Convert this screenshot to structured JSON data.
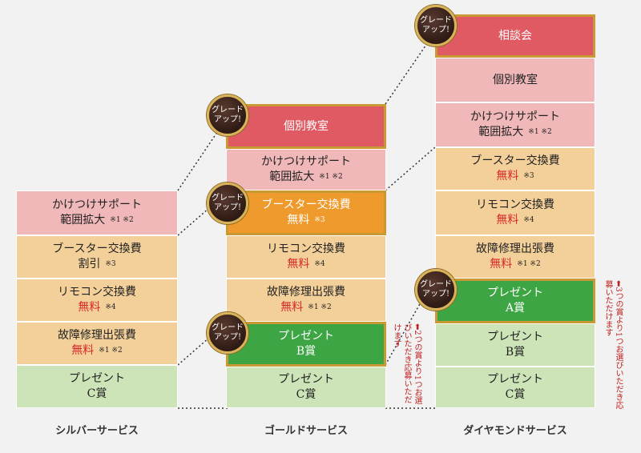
{
  "services": [
    {
      "name": "シルバーサービス",
      "items": [
        {
          "line1": "かけつけサポート",
          "line2": "範囲拡大",
          "note": "※1 ※2"
        },
        {
          "line1": "ブースター交換費",
          "line2": "割引",
          "note": "※3"
        },
        {
          "line1": "リモコン交換費",
          "line2": "無料",
          "note": "※4"
        },
        {
          "line1": "故障修理出張費",
          "line2": "無料",
          "note": "※1 ※2"
        },
        {
          "line1": "プレゼント",
          "line2": "C賞",
          "note": ""
        }
      ]
    },
    {
      "name": "ゴールドサービス",
      "items": [
        {
          "line1": "個別教室",
          "line2": "",
          "note": ""
        },
        {
          "line1": "かけつけサポート",
          "line2": "範囲拡大",
          "note": "※1 ※2"
        },
        {
          "line1": "ブースター交換費",
          "line2": "無料",
          "note": "※3"
        },
        {
          "line1": "リモコン交換費",
          "line2": "無料",
          "note": "※4"
        },
        {
          "line1": "故障修理出張費",
          "line2": "無料",
          "note": "※1 ※2"
        },
        {
          "line1": "プレゼント",
          "line2": "B賞",
          "note": ""
        },
        {
          "line1": "プレゼント",
          "line2": "C賞",
          "note": ""
        }
      ],
      "side_note": "⬅2つの賞より1つお選びいただき応募いただけます"
    },
    {
      "name": "ダイヤモンドサービス",
      "items": [
        {
          "line1": "相談会",
          "line2": "",
          "note": ""
        },
        {
          "line1": "個別教室",
          "line2": "",
          "note": ""
        },
        {
          "line1": "かけつけサポート",
          "line2": "範囲拡大",
          "note": "※1 ※2"
        },
        {
          "line1": "ブースター交換費",
          "line2": "無料",
          "note": "※3"
        },
        {
          "line1": "リモコン交換費",
          "line2": "無料",
          "note": "※4"
        },
        {
          "line1": "故障修理出張費",
          "line2": "無料",
          "note": "※1 ※2"
        },
        {
          "line1": "プレゼント",
          "line2": "A賞",
          "note": ""
        },
        {
          "line1": "プレゼント",
          "line2": "B賞",
          "note": ""
        },
        {
          "line1": "プレゼント",
          "line2": "C賞",
          "note": ""
        }
      ],
      "side_note": "⬅3つの賞より1つお選びいただき応募いただけます"
    }
  ],
  "badge_text": "グレードアップ!",
  "badge_line1": "グレード",
  "badge_line2": "アップ!"
}
